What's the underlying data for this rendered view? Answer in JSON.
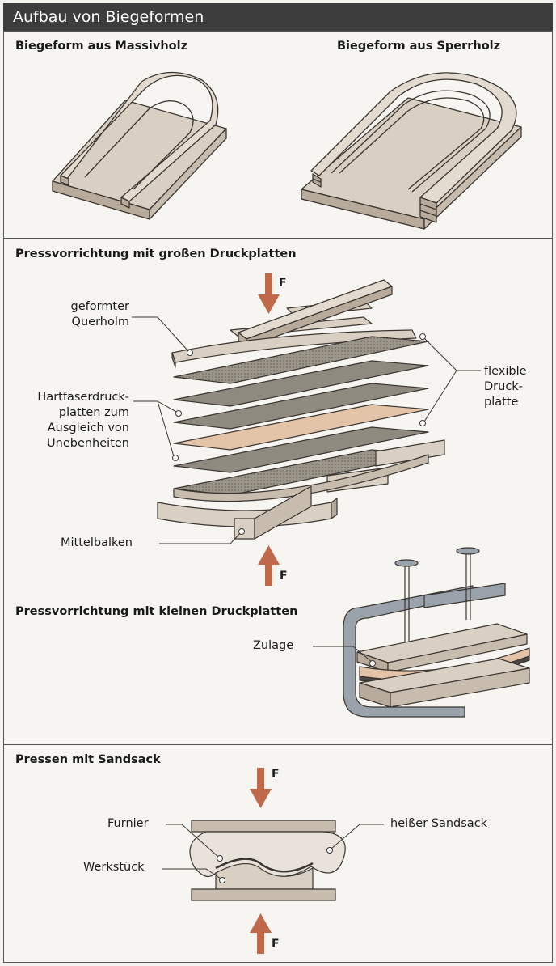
{
  "title": "Aufbau von Biegeformen",
  "sections": {
    "biegeformen": {
      "left_heading": "Biegeform aus Massivholz",
      "right_heading": "Biegeform aus Sperrholz"
    },
    "grosse_druckplatten": {
      "heading": "Pressvorrichtung mit großen Druckplatten",
      "force_label": "F",
      "label_querholm_1": "geformter",
      "label_querholm_2": "Querholm",
      "label_hartfaser_1": "Hartfaserdruck-",
      "label_hartfaser_2": "platten zum",
      "label_hartfaser_3": "Ausgleich von",
      "label_hartfaser_4": "Unebenheiten",
      "label_flexibel_1": "flexible",
      "label_flexibel_2": "Druck-",
      "label_flexibel_3": "platte",
      "label_mittelbalken": "Mittelbalken"
    },
    "kleine_druckplatten": {
      "heading": "Pressvorrichtung mit kleinen Druckplatten",
      "label_zulage": "Zulage"
    },
    "sandsack": {
      "heading": "Pressen mit Sandsack",
      "force_label": "F",
      "label_furnier": "Furnier",
      "label_werkstueck": "Werkstück",
      "label_sandsack": "heißer Sandsack"
    }
  },
  "colors": {
    "wood": "#d9cfc2",
    "wood_dark": "#b8ab9b",
    "hardboard": "#8f8a80",
    "pink_board": "#e3c4a8",
    "arrow": "#c0694a",
    "clamp": "#9aa3ab"
  }
}
